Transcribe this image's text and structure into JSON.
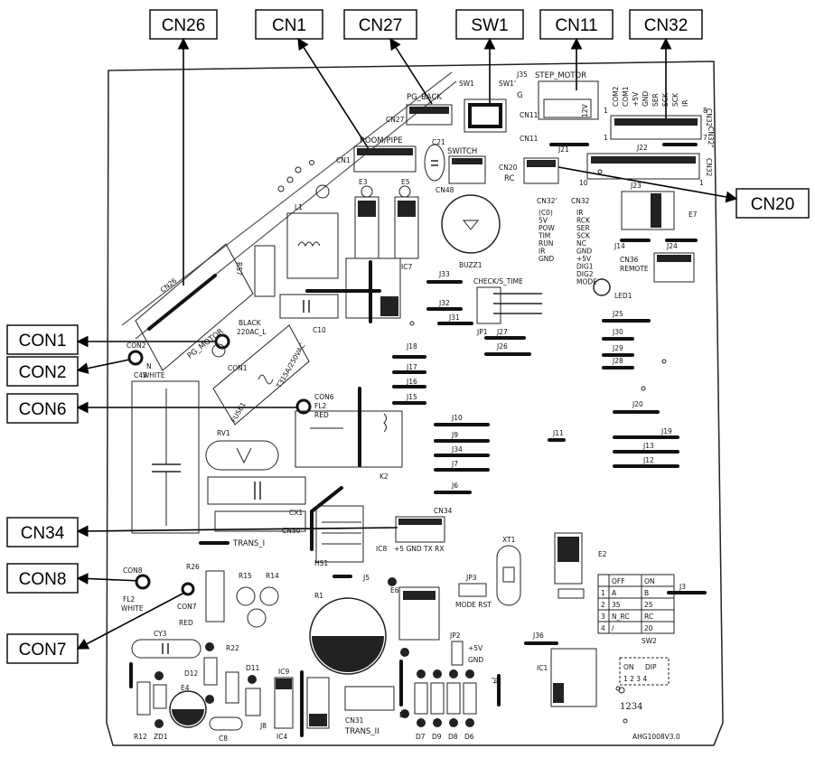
{
  "callouts": {
    "CN26": "CN26",
    "CN1": "CN1",
    "CN27": "CN27",
    "SW1": "SW1",
    "CN11": "CN11",
    "CN32": "CN32",
    "CN20": "CN20",
    "CON1": "CON1",
    "CON2": "CON2",
    "CON6": "CON6",
    "CN34": "CN34",
    "CON8": "CON8",
    "CON7": "CON7"
  },
  "board": {
    "model": "AHG1008V3.0",
    "connectors": {
      "pg_back": "PG_BACK",
      "cn27": "CN27",
      "room_pipe": "ROOM/PIPE",
      "cn1": "CN1",
      "c21": "C21",
      "switch": "SWITCH",
      "cn48": "CN48",
      "sw1": "SW1",
      "sw1p": "SW1'",
      "j35": "J35",
      "step_motor": "STEP_MOTOR",
      "cn11p": "CN11'",
      "cn11": "CN11",
      "v12": "12V",
      "cn20": "CN20",
      "rc": "RC",
      "j21": "J21",
      "j22": "J22",
      "cn32": "CN32",
      "cn32p": "CN32'",
      "cn32pp": "CN32\"",
      "j23": "J23",
      "e7": "E7",
      "j14": "J14",
      "j24": "J24",
      "cn36": "CN36",
      "remote": "REMOTE",
      "led1": "LED1",
      "buzz1": "BUZZ1",
      "e3": "E3",
      "e5": "E5",
      "l1": "L1",
      "r57": "R57",
      "ic7": "IC7",
      "c10": "C10",
      "cn26": "CN26",
      "j33": "J33",
      "check_time": "CHECK/S_TIME",
      "jp1": "JP1",
      "j32": "J32",
      "j31": "J31",
      "j27": "J27",
      "j26": "J26",
      "j25": "J25",
      "j30": "J30",
      "j29": "J29",
      "j28": "J28",
      "pg_motor": "PG_MOTOR",
      "black": "BLACK",
      "ac_l": "220AC_L",
      "con1": "CON1",
      "con2": "CON2",
      "n": "N",
      "white": "WHITE",
      "c45": "C45",
      "fuse": "T315A/250VAC",
      "fuse1": "FUSE1",
      "con6": "CON6",
      "fl2": "FL2",
      "red": "RED",
      "j18": "J18",
      "j17": "J17",
      "j16": "J16",
      "j15": "J15",
      "j20": "J20",
      "j10": "J10",
      "j11": "J11",
      "j19": "J19",
      "j9": "J9",
      "j13": "J13",
      "j34": "J34",
      "j12": "J12",
      "j7": "J7",
      "j6": "J6",
      "rv1": "RV1",
      "k2": "K2",
      "cx1": "CX1",
      "cn30": "CN30",
      "trans_i": "TRANS_I",
      "cn34": "CN34",
      "ic8": "IC8",
      "cn34_pins": "+5 GND TX RX",
      "hs1": "HS1",
      "xt1": "XT1",
      "e2": "E2",
      "j3": "J3",
      "con8": "CON8",
      "fl2b": "FL2",
      "white2": "WHITE",
      "r26": "R26",
      "r15": "R15",
      "r14": "R14",
      "con7": "CON7",
      "red2": "RED",
      "j5": "J5",
      "r1": "R1",
      "e6": "E6",
      "jp3": "JP3",
      "mode_rst": "MODE RST",
      "sw2": "SW2",
      "cy3": "CY3",
      "r22": "R22",
      "d12": "D12",
      "d11": "D11",
      "ic9": "IC9",
      "jp2": "JP2",
      "v5": "+5V",
      "gnd": "GND",
      "j36": "J36",
      "ic1": "IC1",
      "j4": "J4",
      "r12": "R12",
      "zd1": "ZD1",
      "e4": "E4",
      "c8": "C8",
      "j8": "J8",
      "ic4": "IC4",
      "cn31": "CN31",
      "trans_ii": "TRANS_II",
      "d5": "D5",
      "d7": "D7",
      "d9": "D9",
      "d8": "D8",
      "d6": "D6",
      "dip_on": "ON",
      "dip": "DIP",
      "dip_nums": "1 2 3 4",
      "dip_nums_big": "1234"
    },
    "pin_labels_cn32": [
      "COM2",
      "COM1",
      "+5V",
      "GND",
      "SER",
      "SCK",
      "SCK",
      "IR"
    ],
    "pin_labels_mid": [
      "(C0)",
      "5V",
      "POW",
      "TIM",
      "RUN",
      "IR",
      "GND"
    ],
    "pin_labels_right": [
      "IR",
      "RCK",
      "SER",
      "SCK",
      "NC",
      "GND",
      "+5V",
      "DIG1",
      "DIG2",
      "MODE"
    ],
    "pin_nums": {
      "one": "1",
      "seven": "7",
      "eight": "8",
      "ten": "10"
    },
    "sw2_table": {
      "header": [
        "",
        "OFF",
        "ON"
      ],
      "rows": [
        [
          "1",
          "A",
          "B"
        ],
        [
          "2",
          "35",
          "25"
        ],
        [
          "3",
          "N_RC",
          "RC"
        ],
        [
          "4",
          "/",
          "20"
        ]
      ]
    }
  }
}
